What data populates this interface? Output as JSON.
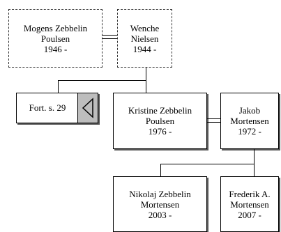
{
  "generation1": {
    "left": {
      "name1": "Mogens Zebbelin",
      "name2": "Poulsen",
      "years": "1946 -"
    },
    "right": {
      "name1": "Wenche",
      "name2": "Nielsen",
      "years": "1944 -"
    }
  },
  "generation2": {
    "ref": {
      "label": "Fort. s. 29",
      "icon": "triangle-left-icon"
    },
    "child": {
      "name1": "Kristine Zebbelin",
      "name2": "Poulsen",
      "years": "1976 -"
    },
    "spouse": {
      "name1": "Jakob",
      "name2": "Mortensen",
      "years": "1972 -"
    }
  },
  "generation3": [
    {
      "name1": "Nikolaj Zebbelin",
      "name2": "Mortensen",
      "years": "2003 -"
    },
    {
      "name1": "Frederik A.",
      "name2": "Mortensen",
      "years": "2007 -"
    }
  ]
}
